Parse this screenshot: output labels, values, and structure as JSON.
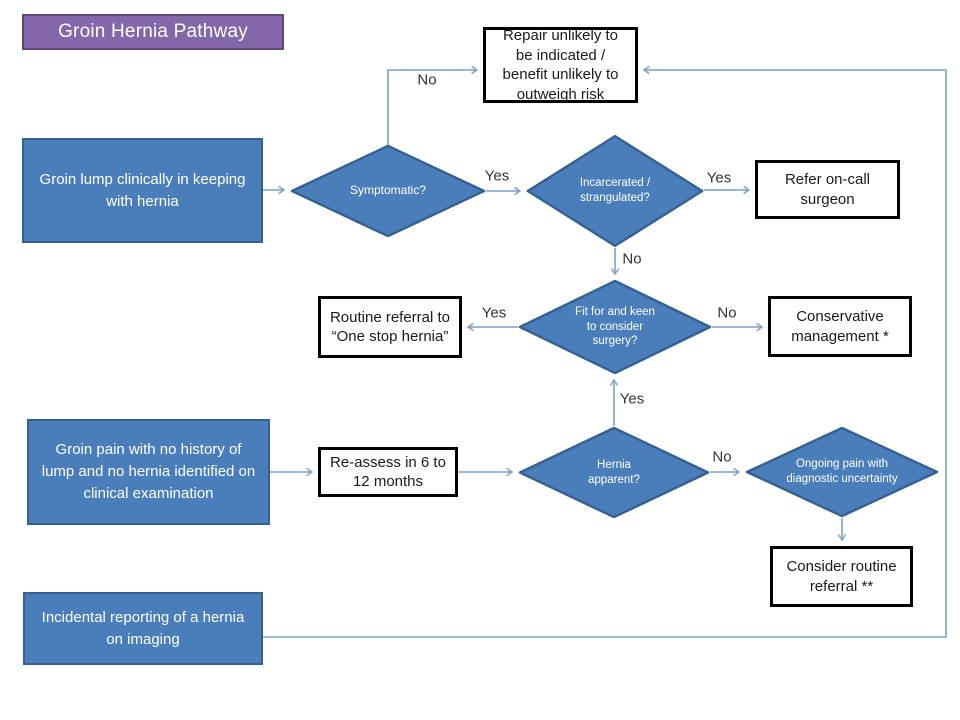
{
  "title": "Groin Hernia Pathway",
  "colors": {
    "node_blue": "#4a7ebb",
    "node_blue_border": "#35618f",
    "title_purple": "#8467a9",
    "title_purple_border": "#5e4878",
    "connector_blue": "#7da0c6",
    "outcome_border": "#000000"
  },
  "nodes": {
    "start_lump": {
      "text": "Groin lump clinically in keeping with hernia"
    },
    "start_pain": {
      "text": "Groin pain with no history of lump and no hernia identified on clinical examination"
    },
    "incidental": {
      "text": "Incidental reporting  of a hernia on imaging"
    },
    "repair_unlikely": {
      "text": "Repair unlikely to be indicated / benefit unlikely to outweigh risk"
    },
    "refer_oncall": {
      "text": "Refer on-call surgeon"
    },
    "routine_referral": {
      "text": "Routine referral to “One stop hernia”"
    },
    "conservative": {
      "text": "Conservative management *"
    },
    "reassess": {
      "text": "Re-assess in 6 to 12 months"
    },
    "consider_referral": {
      "text": "Consider routine referral **"
    },
    "symptomatic": {
      "text": "Symptomatic?"
    },
    "incarcerated": {
      "text": "Incarcerated / strangulated?"
    },
    "fit_surgery": {
      "text": "Fit for and keen to consider surgery?"
    },
    "hernia_apparent": {
      "text": "Hernia apparent?"
    },
    "ongoing_pain": {
      "text": "Ongoing pain with diagnostic uncertainty"
    }
  },
  "edge_labels": {
    "symptomatic_no": "No",
    "symptomatic_yes": "Yes",
    "incarcerated_yes": "Yes",
    "incarcerated_no": "No",
    "fit_yes": "Yes",
    "fit_no": "No",
    "hernia_yes": "Yes",
    "hernia_no": "No"
  }
}
